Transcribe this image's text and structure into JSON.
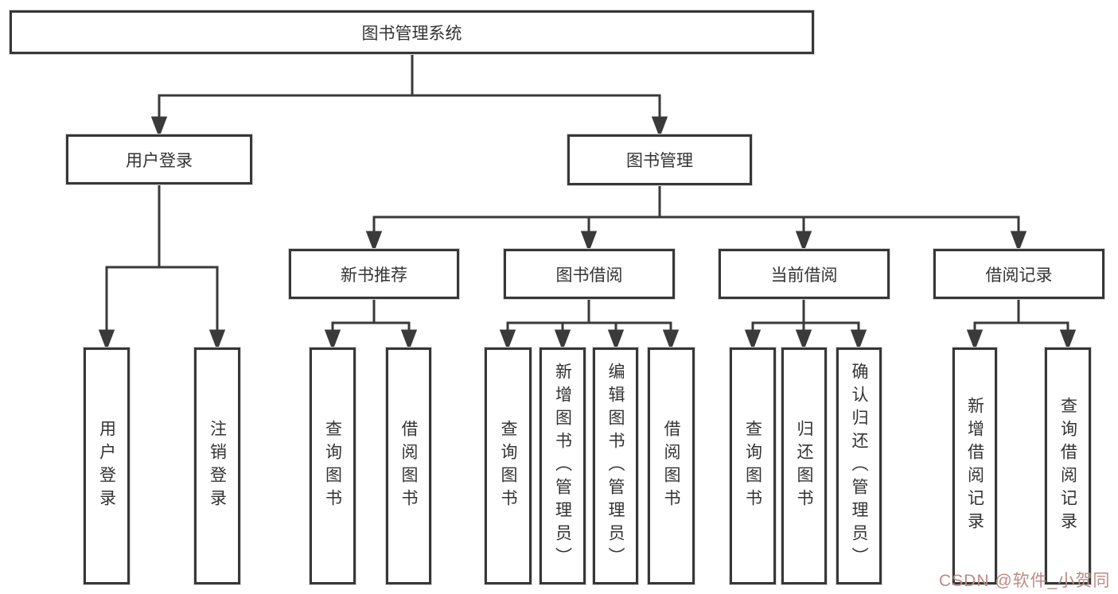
{
  "nodes": {
    "root": "图书管理系统",
    "branches": [
      "用户登录",
      "图书管理"
    ],
    "modules": [
      "新书推荐",
      "图书借阅",
      "当前借阅",
      "借阅记录"
    ],
    "leaves_user_login": [
      "用户登录",
      "注销登录"
    ],
    "leaves_new_book": [
      "查询图书",
      "借阅图书"
    ],
    "leaves_book_borrow": [
      "查询图书",
      "新增图书（管理员）",
      "编辑图书（管理员）",
      "借阅图书"
    ],
    "leaves_current_borrow": [
      "查询图书",
      "归还图书",
      "确认归还（管理员）"
    ],
    "leaves_borrow_record": [
      "新增借阅记录",
      "查询借阅记录"
    ]
  },
  "watermark": "CSDN @软件_小贺同学",
  "colors": {
    "line": "#3a3a3a",
    "box_border": "#373737",
    "box_fill": "#ffffff",
    "text": "#333333",
    "watermark": "#bc8a86",
    "background": "#ffffff"
  }
}
